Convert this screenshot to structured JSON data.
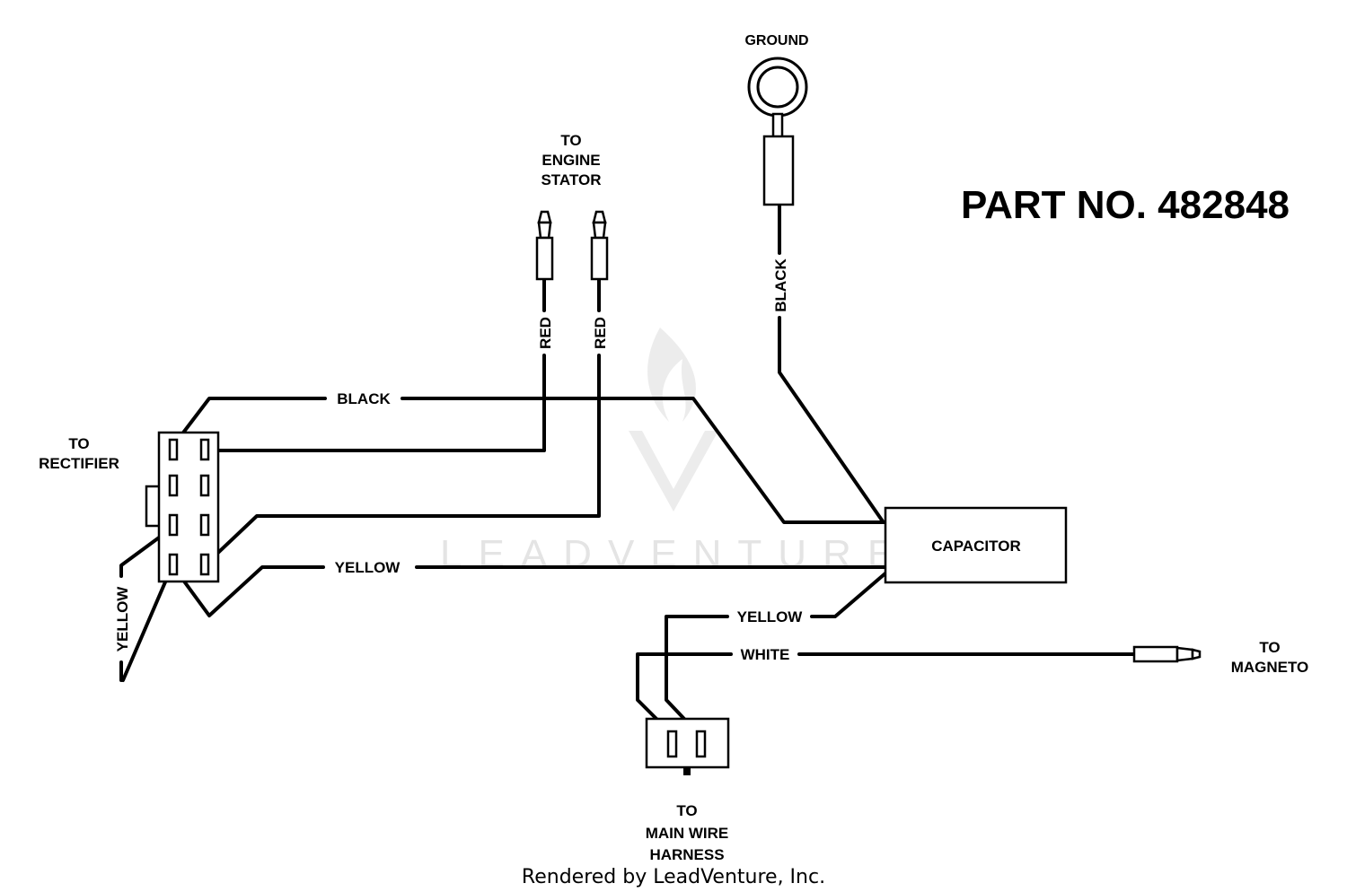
{
  "part_number": "PART NO. 482848",
  "footer": "Rendered by LeadVenture, Inc.",
  "watermark": "LEADVENTURE",
  "labels": {
    "ground": "GROUND",
    "stator_to": "TO",
    "stator_engine": "ENGINE",
    "stator_stator": "STATOR",
    "rectifier_to": "TO",
    "rectifier": "RECTIFIER",
    "capacitor": "CAPACITOR",
    "magneto_to": "TO",
    "magneto": "MAGNETO",
    "harness_to": "TO",
    "harness_main": "MAIN WIRE",
    "harness": "HARNESS"
  },
  "wires": {
    "ground_black": "BLACK",
    "red_left": "RED",
    "red_right": "RED",
    "black_top": "BLACK",
    "yellow_mid": "YELLOW",
    "yellow_left": "YELLOW",
    "yellow_lower": "YELLOW",
    "white": "WHITE"
  },
  "colors": {
    "line": "#000000",
    "background": "#ffffff",
    "watermark": "#e4e4e4"
  }
}
